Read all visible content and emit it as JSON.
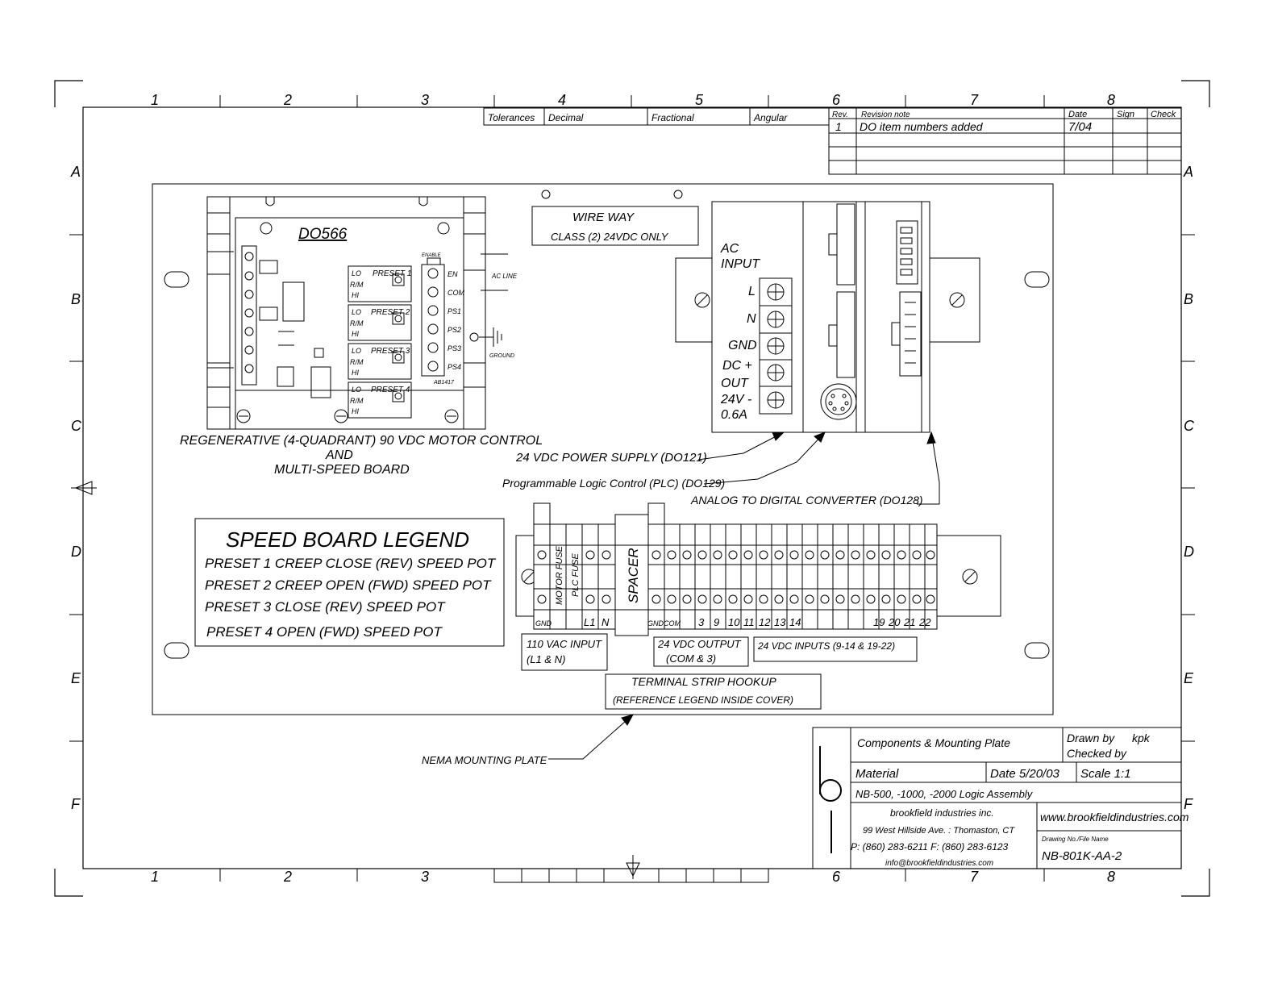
{
  "border": {
    "columns": [
      "1",
      "2",
      "3",
      "4",
      "5",
      "6",
      "7",
      "8"
    ],
    "rows": [
      "A",
      "B",
      "C",
      "D",
      "E",
      "F"
    ]
  },
  "tolerances": {
    "label": "Tolerances",
    "decimal": "Decimal",
    "fractional": "Fractional",
    "angular": "Angular"
  },
  "revision": {
    "headers": {
      "rev": "Rev.",
      "note": "Revision note",
      "date": "Date",
      "sign": "Sign",
      "check": "Check"
    },
    "rows": [
      {
        "rev": "1",
        "note": "DO item numbers added",
        "date": "7/04"
      }
    ]
  },
  "wireway": {
    "line1": "WIRE WAY",
    "line2": "CLASS (2) 24VDC ONLY"
  },
  "motor_board": {
    "id": "DO566",
    "presets": [
      "PRESET 1",
      "PRESET 2",
      "PRESET 3",
      "PRESET 4"
    ],
    "pot_labels": {
      "lo": "LO",
      "rm": "R/M",
      "hi": "HI"
    },
    "right_terminals": [
      "EN",
      "COM",
      "PS1",
      "PS2",
      "PS3",
      "PS4"
    ],
    "enable": "ENABLE",
    "part": "AB1417",
    "ac_line": "AC LINE",
    "ground": "GROUND",
    "caption1": "REGENERATIVE (4-QUADRANT) 90 VDC MOTOR CONTROL",
    "caption2": "AND",
    "caption3": "MULTI-SPEED BOARD"
  },
  "power_supply": {
    "ac_input": [
      "AC",
      "INPUT"
    ],
    "terminals": [
      "L",
      "N",
      "GND"
    ],
    "dc_out": [
      "DC  +",
      "OUT",
      "24V -",
      "0.6A"
    ]
  },
  "callouts": {
    "power_supply": "24 VDC POWER SUPPLY (DO121)",
    "plc": "Programmable Logic Control (PLC) (DO129)",
    "adc": "ANALOG TO DIGITAL CONVERTER (DO128)",
    "nema": "NEMA MOUNTING PLATE"
  },
  "legend": {
    "title": "SPEED BOARD LEGEND",
    "items": [
      "PRESET 1 CREEP CLOSE (REV) SPEED POT",
      "PRESET 2 CREEP OPEN  (FWD) SPEED POT",
      "PRESET 3 CLOSE (REV)  SPEED POT",
      "PRESET 4 OPEN (FWD) SPEED POT"
    ]
  },
  "terminal_strip": {
    "motor_fuse": "MOTOR FUSE",
    "plc_fuse": "PLC FUSE",
    "spacer": "SPACER",
    "bottom_labels": [
      "GND",
      "L1",
      "N",
      "GND",
      "COM",
      "3",
      "9",
      "10",
      "11",
      "12",
      "13",
      "14",
      "19",
      "20",
      "21",
      "22"
    ],
    "box_110": [
      "110 VAC INPUT",
      "(L1 & N)"
    ],
    "box_out": [
      "24 VDC OUTPUT",
      "(COM & 3)"
    ],
    "box_in": "24 VDC INPUTS (9-14 & 19-22)",
    "hookup": [
      "TERMINAL STRIP HOOKUP",
      "(REFERENCE LEGEND INSIDE COVER)"
    ]
  },
  "title_block": {
    "title": "Components & Mounting Plate",
    "drawn_by_label": "Drawn by",
    "drawn_by": "kpk",
    "checked_by_label": "Checked by",
    "material": "Material",
    "date": "Date 5/20/03",
    "scale": "Scale 1:1",
    "assembly": "NB-500, -1000, -2000 Logic Assembly",
    "company": "brookfield industries inc.",
    "address": "99 West Hillside Ave. : Thomaston, CT",
    "phone": "P: (860) 283-6211  F: (860) 283-6123",
    "email": "info@brookfieldindustries.com",
    "web": "www.brookfieldindustries.com",
    "file_label": "Drawing No./File Name",
    "file": "NB-801K-AA-2"
  }
}
